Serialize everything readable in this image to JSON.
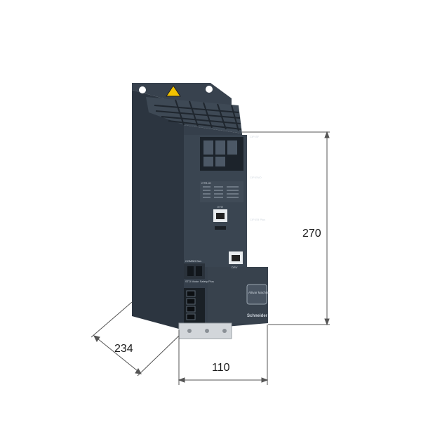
{
  "product": {
    "brand_badge": "Altivar Machine",
    "brand_name": "Schneider",
    "top_ports_label": "CIP-SF",
    "mid_label_1": "CIP-ENO",
    "mid_label_2": "CIP-EB Plus",
    "io_label": "CTR-IO",
    "rj45_top_label": "ETH",
    "rj45_bottom_label": "DRV",
    "bottom_label_1": "COMBO Bus",
    "bottom_label_2": "STO Motor Safety Plus"
  },
  "dimensions": {
    "height": "270",
    "width": "110",
    "depth": "234"
  }
}
